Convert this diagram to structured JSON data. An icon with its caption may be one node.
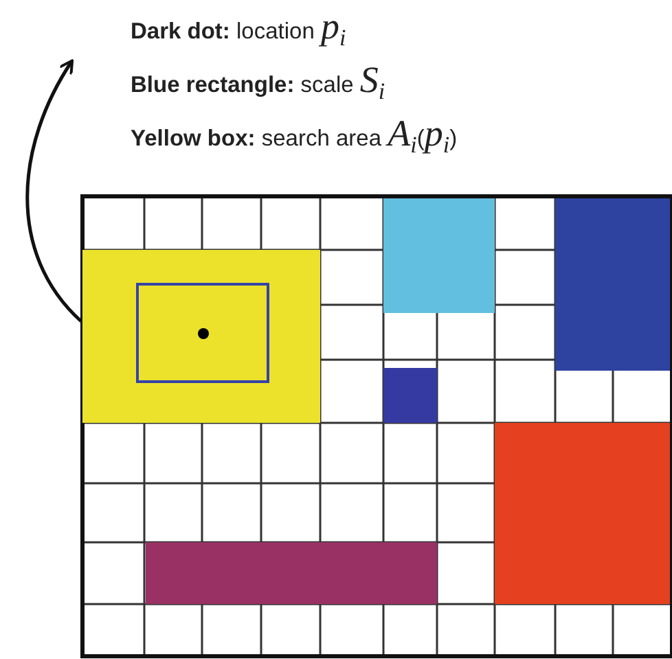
{
  "diagram": {
    "nodes": [
      {
        "text": [
          "**Dark dot:** location *p*$_{i}$",
          "**Blue rectangle:** scale *S*$_{i}$",
          "**Yellow box:** search area *A*$_{i}$(*p*$_{i}$)"
        ]
      },
      {
        "text": [],
        "shape": "box"
      }
    ],
    "edges": [
      {
        "from": 1,
        "to": 0,
        "arrow": "to"
      }
    ]
  }
}
